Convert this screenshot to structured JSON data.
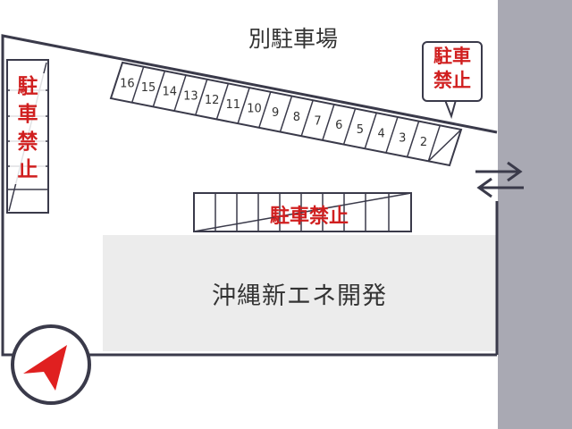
{
  "title": "別駐車場",
  "building": {
    "label": "沖縄新エネ開発"
  },
  "no_parking_left": [
    "駐",
    "車",
    "禁",
    "止"
  ],
  "no_parking_bubble": [
    "駐車",
    "禁止"
  ],
  "no_parking_center": "駐車禁止",
  "stalls": [
    "16",
    "15",
    "14",
    "13",
    "12",
    "11",
    "10",
    "9",
    "8",
    "7",
    "6",
    "5",
    "4",
    "3",
    "2"
  ],
  "traffic_arrows": [
    "right-arrow-icon",
    "left-arrow-icon"
  ],
  "compass": {
    "icon": "north-arrow-icon",
    "color": "#e02020"
  },
  "colors": {
    "no_parking": "#d01f1f",
    "road": "#a9a9b3",
    "building": "#ececec",
    "line": "#3a3a4a"
  }
}
